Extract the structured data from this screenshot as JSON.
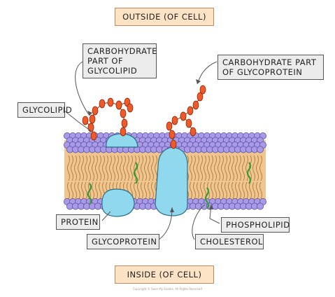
{
  "labels": {
    "outside": "OUTSIDE (OF CELL)",
    "inside": "INSIDE (OF CELL)",
    "carb_glycolipid": [
      "CARBOHYDRATE",
      "PART OF",
      "GLYCOLIPID"
    ],
    "carb_glycoprotein": [
      "CARBOHYDRATE PART",
      "OF GLYCOPROTEIN"
    ],
    "glycolipid": "GLYCOLIPID",
    "protein": "PROTEIN",
    "glycoprotein": "GLYCOPROTEIN",
    "phospholipid": "PHOSPHOLIPID",
    "cholesterol": "CHOLESTEROL"
  },
  "copyright": "Copyright © Save My Exams. All Rights Reserved",
  "colors": {
    "phospholipid_head": "#a99ae6",
    "lipid_tail": "#e0a356",
    "protein": "#8fd8ee",
    "carbohydrate": "#ee5a2a",
    "cholesterol": "#3a9a3a",
    "label_box": "#ececec",
    "title_box": "#fde3c6"
  }
}
